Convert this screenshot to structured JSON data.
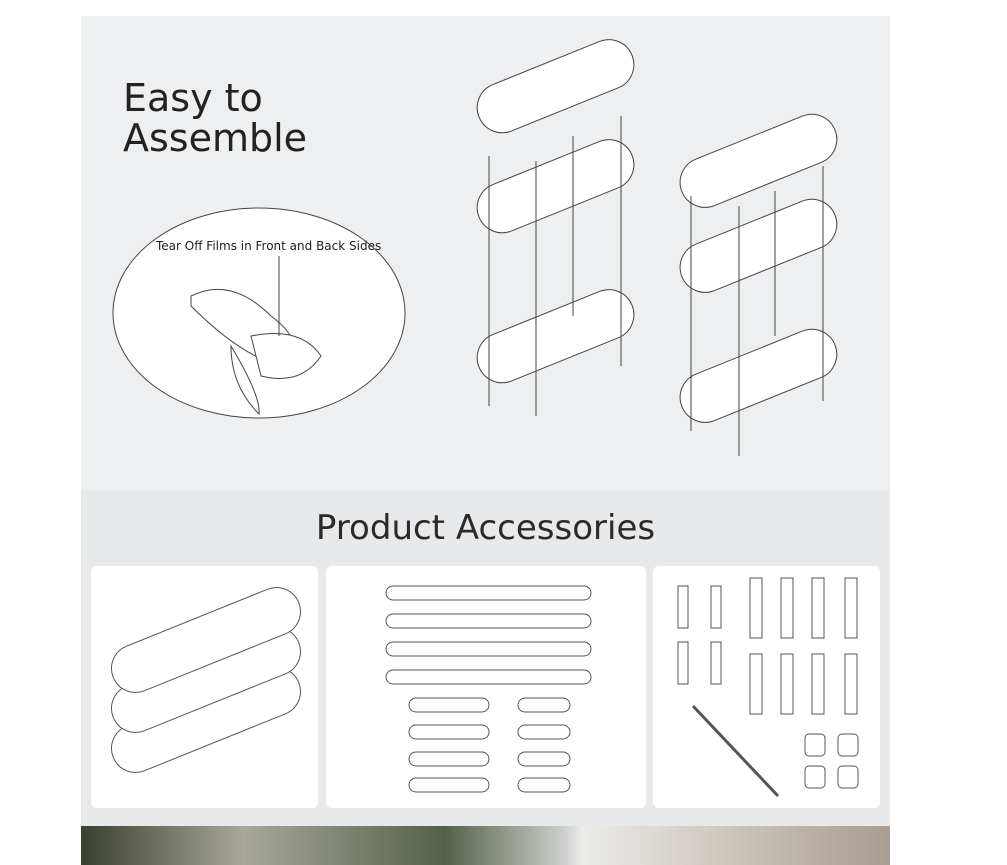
{
  "section_assemble": {
    "title_line1": "Easy to",
    "title_line2": "Assemble",
    "film_note": "Tear Off Films in Front and Back Sides"
  },
  "section_accessories": {
    "title": "Product Accessories",
    "cards": [
      "shelf-boards",
      "support-poles",
      "screws-and-tools"
    ]
  },
  "colors": {
    "panel_bg": "#eeeff1",
    "accessories_bg": "#e8e9eb"
  }
}
